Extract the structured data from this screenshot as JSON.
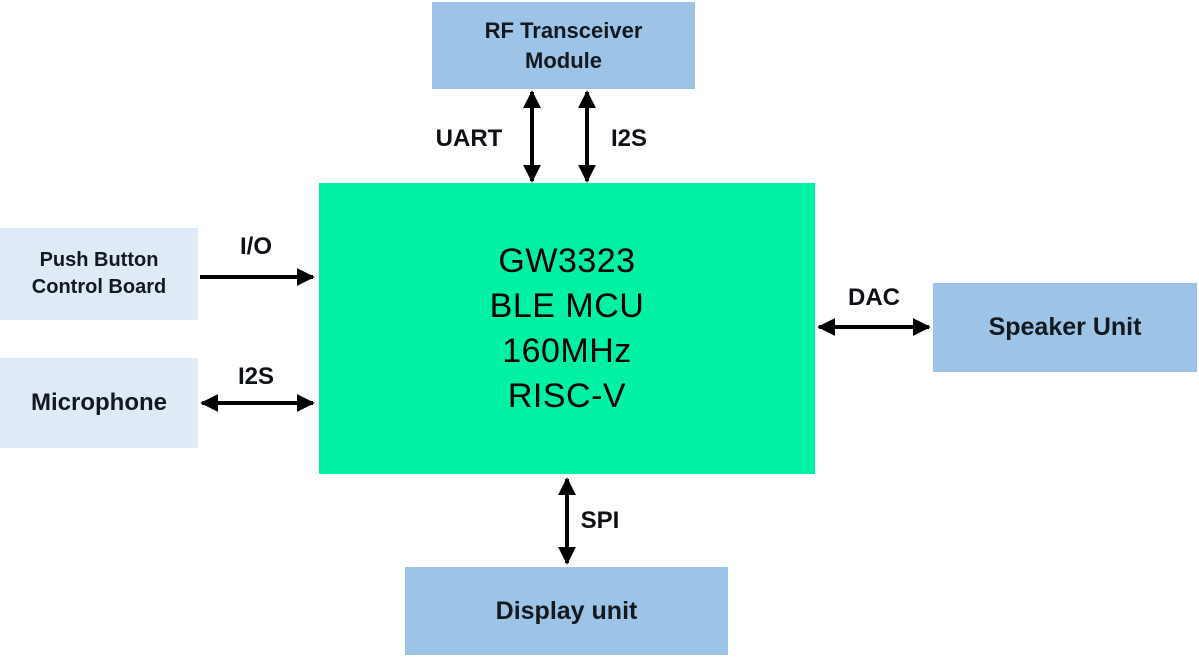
{
  "colors": {
    "mcu_green": "#00F0A5",
    "peripheral_blue": "#9DC3E6",
    "peripheral_light_blue": "#DEEBF7",
    "arrow_black": "#000000",
    "text_dark": "#14181f"
  },
  "nodes": {
    "rf_transceiver": {
      "lines": [
        "RF Transceiver",
        "Module"
      ]
    },
    "mcu": {
      "lines": [
        "GW3323",
        "BLE MCU",
        "160MHz",
        "RISC-V"
      ]
    },
    "push_button": {
      "lines": [
        "Push Button",
        "Control Board"
      ]
    },
    "microphone": {
      "label": "Microphone"
    },
    "speaker": {
      "label": "Speaker Unit"
    },
    "display": {
      "label": "Display unit"
    }
  },
  "buses": {
    "uart": "UART",
    "i2s_top": "I2S",
    "io": "I/O",
    "i2s_left": "I2S",
    "dac": "DAC",
    "spi": "SPI"
  }
}
